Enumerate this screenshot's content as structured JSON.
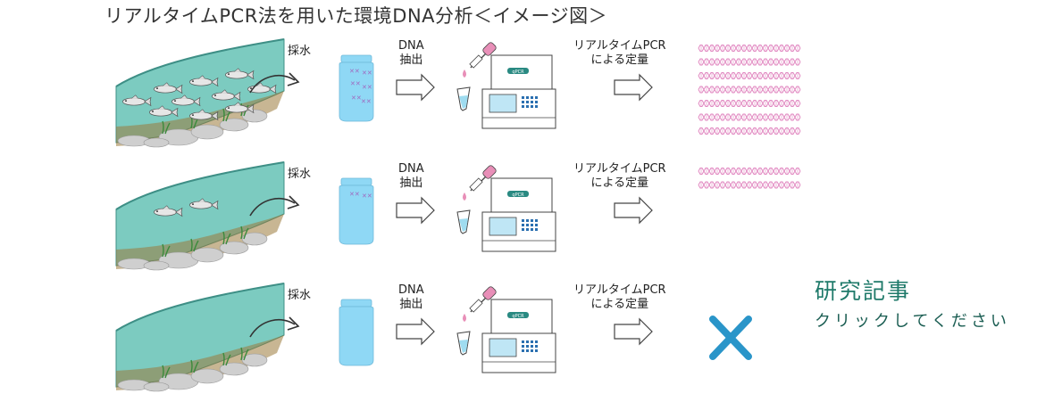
{
  "title": "リアルタイムPCR法を用いた環境DNA分析＜イメージ図＞",
  "labels": {
    "sampling": "採水",
    "extraction_line1": "DNA",
    "extraction_line2": "抽出",
    "pcr_line1": "リアルタイムPCR",
    "pcr_line2": "による定量",
    "device_badge": "qPCR"
  },
  "research_link": {
    "heading": "研究記事",
    "subtext": "クリックしてください"
  },
  "rows": [
    {
      "fish_count": 10,
      "bottle_dna_marks": 6,
      "result_dna_rows": 7
    },
    {
      "fish_count": 2,
      "bottle_dna_marks": 2,
      "result_dna_rows": 2
    },
    {
      "fish_count": 0,
      "bottle_dna_marks": 0,
      "result_dna_rows": 0
    }
  ],
  "colors": {
    "water": "#7ccbc0",
    "water_dark": "#3e8f86",
    "riverbed": "#9a7a3a",
    "rock": "#cfcfcf",
    "bottle": "#8fd8f5",
    "dna": "#e28ac2",
    "dropper": "#e88fb8",
    "cross": "#2a95c9",
    "research_heading": "#1f7a6a"
  }
}
